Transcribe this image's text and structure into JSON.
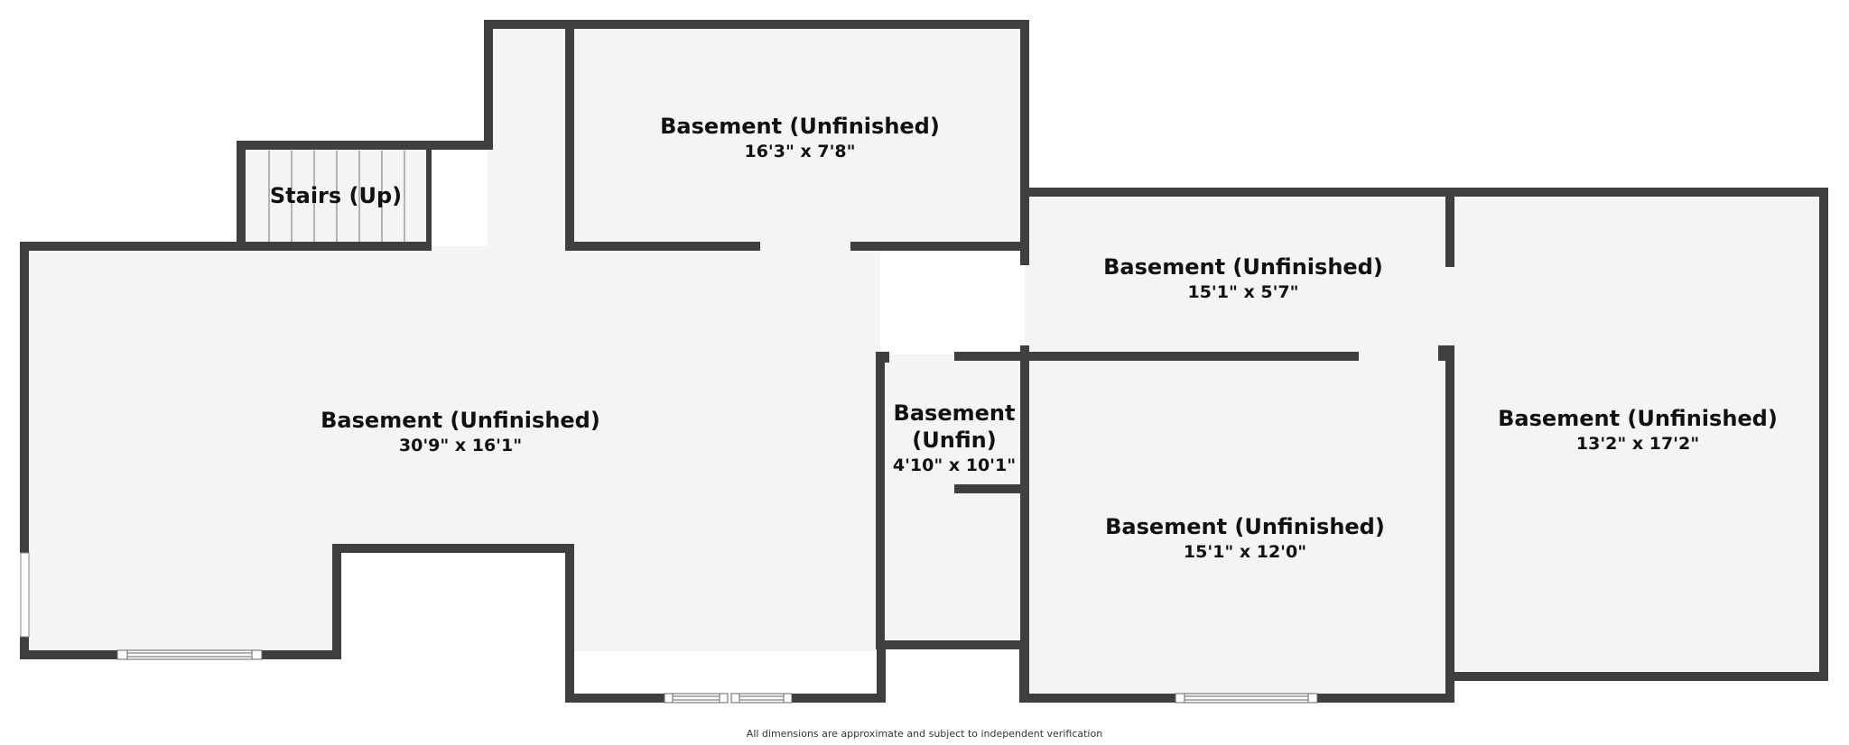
{
  "colors": {
    "wall": "#3f3f3f",
    "floor": "#f4f4f4",
    "background": "#ffffff",
    "stairs_line": "#8a8a8a"
  },
  "rooms": [
    {
      "id": "main",
      "name": "Basement (Unfinished)",
      "dims": "30'9\" x 16'1\""
    },
    {
      "id": "top",
      "name": "Basement (Unfinished)",
      "dims": "16'3\" x 7'8\""
    },
    {
      "id": "stairs",
      "name": "Stairs (Up)"
    },
    {
      "id": "hall",
      "name": "Basement (Unfinished)",
      "dims": "15'1\" x 5'7\""
    },
    {
      "id": "small",
      "name_line1": "Basement",
      "name_line2": "(Unfin)",
      "dims": "4'10\" x 10'1\""
    },
    {
      "id": "lower_mid",
      "name": "Basement (Unfinished)",
      "dims": "15'1\" x 12'0\""
    },
    {
      "id": "right",
      "name": "Basement (Unfinished)",
      "dims": "13'2\" x 17'2\""
    }
  ],
  "footer": "All dimensions are approximate and subject to independent verification"
}
